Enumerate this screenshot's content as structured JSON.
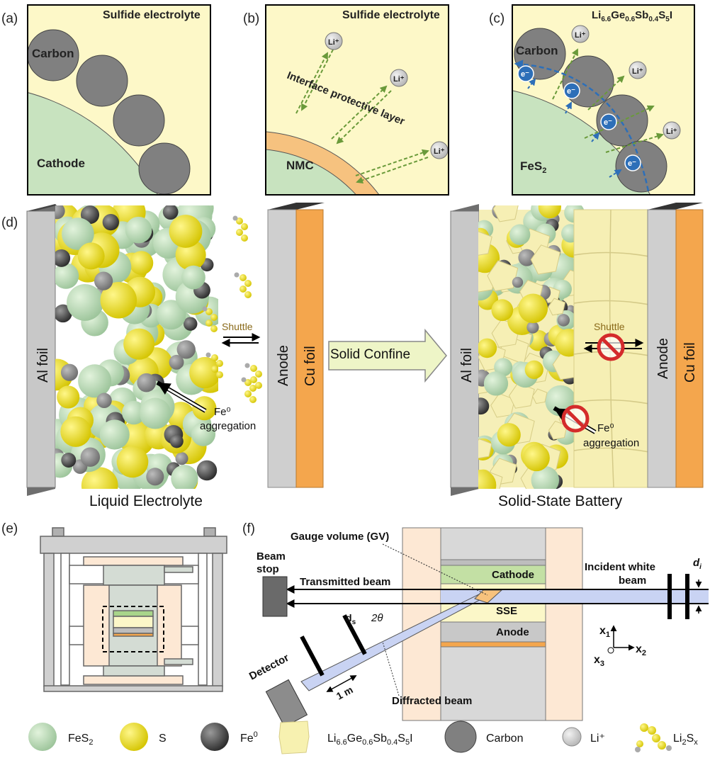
{
  "panel_a": {
    "tag": "(a)",
    "electrolyte": "Sulfide electrolyte",
    "carbon": "Carbon",
    "cathode": "Cathode"
  },
  "panel_b": {
    "tag": "(b)",
    "electrolyte": "Sulfide electrolyte",
    "layer": "Interface protective layer",
    "nmc": "NMC",
    "li": "Li⁺"
  },
  "panel_c": {
    "tag": "(c)",
    "electrolyte": "Li6.6Ge0.6Sb0.4S5I",
    "carbon": "Carbon",
    "fes2": "FeS2",
    "li": "Li⁺",
    "e": "e⁻"
  },
  "panel_d": {
    "tag": "(d)",
    "al_foil": "Al foil",
    "anode": "Anode",
    "cu_foil": "Cu foil",
    "shuttle": "Shuttle",
    "fe_aggregation_1": "Fe⁰",
    "fe_aggregation_2": "aggregation",
    "solid_confine": "Solid Confine",
    "liquid": "Liquid Electrolyte",
    "solid": "Solid-State Battery"
  },
  "panel_e": {
    "tag": "(e)"
  },
  "panel_f": {
    "tag": "(f)",
    "gv": "Gauge volume (GV)",
    "beam_stop_1": "Beam",
    "beam_stop_2": "stop",
    "transmitted": "Transmitted beam",
    "incident_1": "Incident white",
    "incident_2": "beam",
    "cathode": "Cathode",
    "sse": "SSE",
    "anode": "Anode",
    "di": "d",
    "di_sub": "i",
    "ds": "d",
    "ds_sub": "s",
    "two_theta": "2θ",
    "detector": "Detector",
    "one_m": "1 m",
    "diffracted": "Diffracted beam",
    "x1": "x",
    "x2": "x",
    "x3": "x"
  },
  "legend": {
    "fes2": "FeS",
    "fes2_sub": "2",
    "s": "S",
    "fe": "Fe",
    "fe_sup": "0",
    "lgps": "Li6.6Ge0.6Sb0.4S5I",
    "carbon": "Carbon",
    "li": "Li⁺",
    "li2sx": "Li",
    "li2sx_sub": "2",
    "li2sx_s": "S",
    "li2sx_x": "x"
  },
  "colors": {
    "electrolyte": "#fdf8c8",
    "cathode": "#c8e3bf",
    "carbon": "#808080",
    "orange": "#f4a64d",
    "yellow": "#f0e21c",
    "lightgreen": "#a9d3a9",
    "grey_dark": "#4a4a4a"
  }
}
